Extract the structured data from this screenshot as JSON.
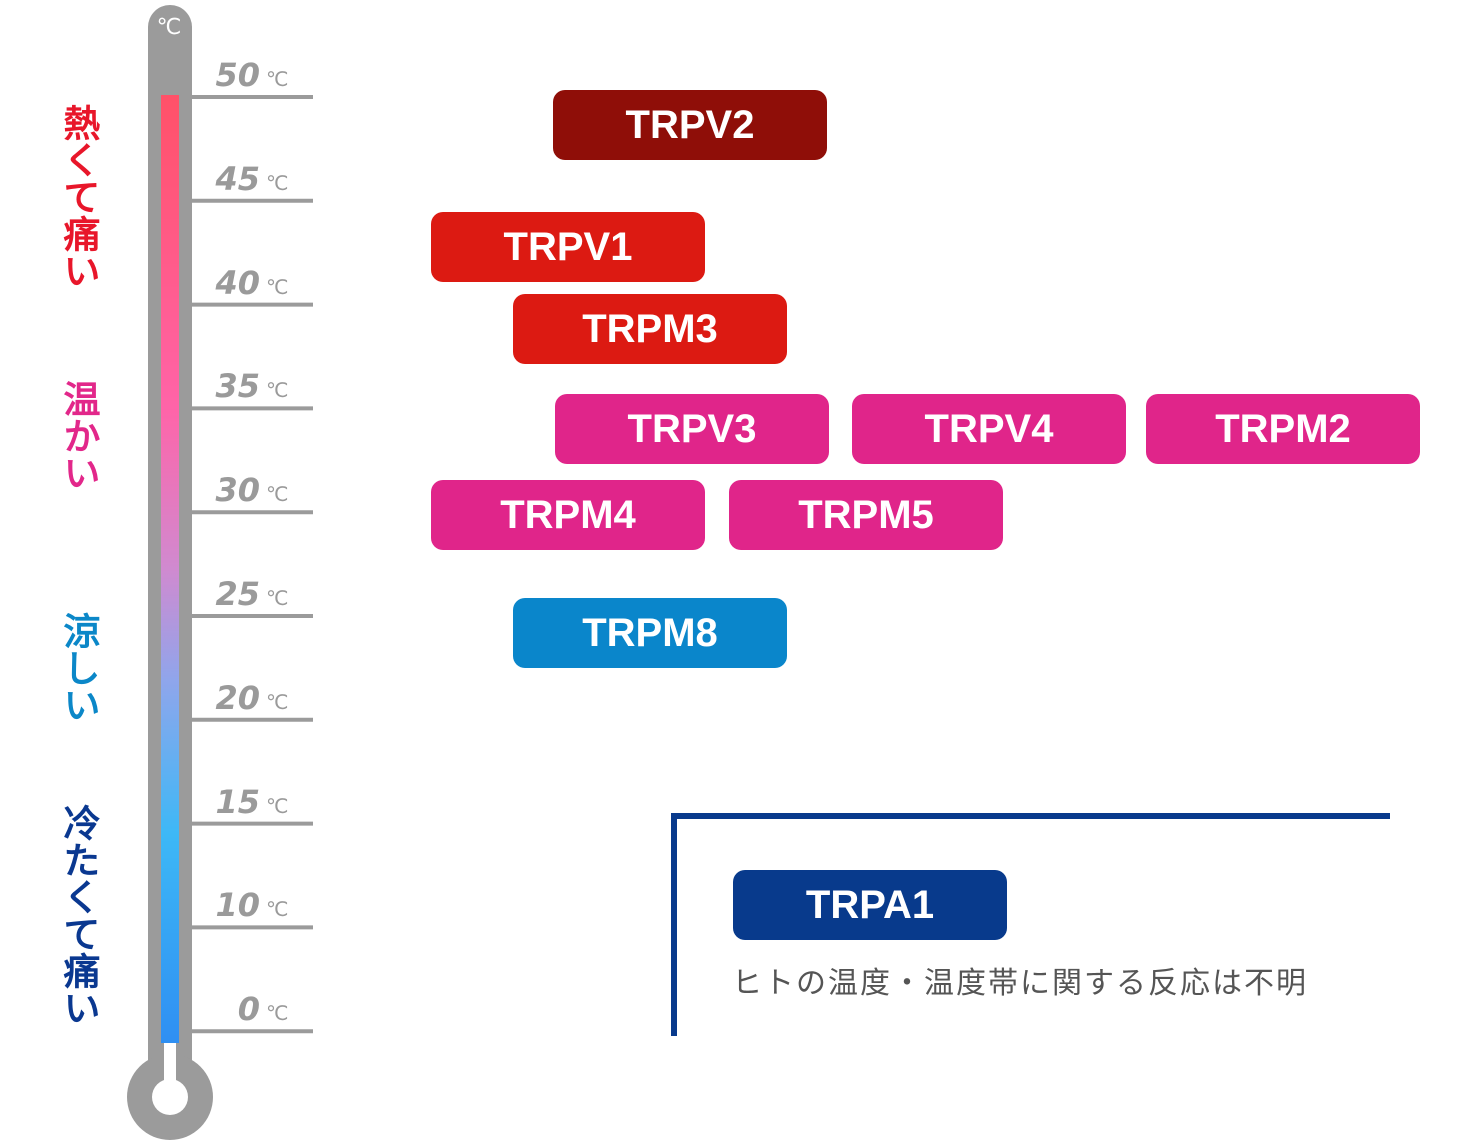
{
  "thermometer": {
    "unit_symbol": "℃",
    "ticks": [
      {
        "value": "50",
        "unit": "℃"
      },
      {
        "value": "45",
        "unit": "℃"
      },
      {
        "value": "40",
        "unit": "℃"
      },
      {
        "value": "35",
        "unit": "℃"
      },
      {
        "value": "30",
        "unit": "℃"
      },
      {
        "value": "25",
        "unit": "℃"
      },
      {
        "value": "20",
        "unit": "℃"
      },
      {
        "value": "15",
        "unit": "℃"
      },
      {
        "value": "10",
        "unit": "℃"
      },
      {
        "value": "0",
        "unit": "℃"
      }
    ]
  },
  "sensations": [
    {
      "label": "熱くて痛い",
      "color": "#e8162a"
    },
    {
      "label": "温かい",
      "color": "#e2278a"
    },
    {
      "label": "涼しい",
      "color": "#0b87c8"
    },
    {
      "label": "冷たくて痛い",
      "color": "#0a3890"
    }
  ],
  "channels": [
    {
      "name": "TRPV2",
      "color": "#8f0e08"
    },
    {
      "name": "TRPV1",
      "color": "#dc1a12"
    },
    {
      "name": "TRPM3",
      "color": "#dc1a12"
    },
    {
      "name": "TRPV3",
      "color": "#e0258a"
    },
    {
      "name": "TRPV4",
      "color": "#e0258a"
    },
    {
      "name": "TRPM2",
      "color": "#e0258a"
    },
    {
      "name": "TRPM4",
      "color": "#e0258a"
    },
    {
      "name": "TRPM5",
      "color": "#e0258a"
    },
    {
      "name": "TRPM8",
      "color": "#0a86cb"
    }
  ],
  "unknown": {
    "channel": {
      "name": "TRPA1",
      "color": "#083a8c"
    },
    "note": "ヒトの温度・温度帯に関する反応は不明"
  }
}
